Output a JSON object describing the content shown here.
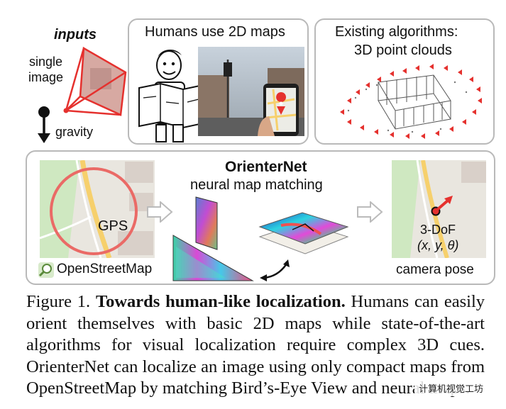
{
  "inputs": {
    "title": "inputs",
    "single_image": "single\nimage",
    "gravity": "gravity"
  },
  "humans_panel": {
    "title": "Humans use 2D maps"
  },
  "algorithms_panel": {
    "title_line1": "Existing algorithms:",
    "title_line2": "3D point clouds"
  },
  "orienternet_panel": {
    "title": "OrienterNet",
    "subtitle": "neural map matching",
    "gps_label": "GPS",
    "osm_label": "OpenStreetMap",
    "dof_label": "3-DoF",
    "dof_vars": "(x, y, θ)",
    "camera_pose": "camera pose"
  },
  "caption": {
    "prefix": "Figure 1. ",
    "bold": "Towards human-like localization.",
    "body": " Humans can easily orient themselves with basic 2D maps while state-of-the-art algorithms for visual localization require complex 3D cues. OrienterNet can localize an image using only compact maps from OpenStreetMap by matching Bird’s-Eye View and neural maps."
  },
  "watermark": "计算机视觉工坊",
  "colors": {
    "accent_red": "#e5312e",
    "panel_border": "#b9b9b9",
    "map_bg": "#e9e6df",
    "map_green": "#cfe8c1"
  }
}
